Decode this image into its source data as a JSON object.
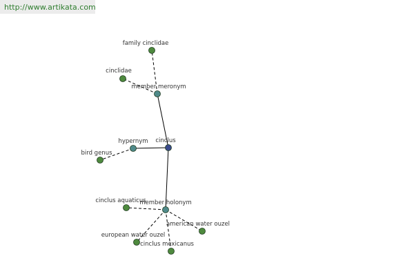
{
  "watermark": {
    "url": "http://www.artikata.com"
  },
  "colors": {
    "center_node": "#3a4a8c",
    "relation_node": "#4f8a8a",
    "leaf_node": "#4e8a3e",
    "edge": "#000000",
    "watermark_text": "#2e7d2e",
    "watermark_bg": "#ececec"
  },
  "graph": {
    "center": {
      "id": "center",
      "label": "cinclus"
    },
    "relations": [
      {
        "id": "member-meronym",
        "label": "member meronym"
      },
      {
        "id": "hypernym",
        "label": "hypernym"
      },
      {
        "id": "member-holonym",
        "label": "member holonym"
      }
    ],
    "leaves": [
      {
        "id": "family-cinclidae",
        "label": "family cinclidae",
        "parent": "member-meronym"
      },
      {
        "id": "cinclidae",
        "label": "cinclidae",
        "parent": "member-meronym"
      },
      {
        "id": "bird-genus",
        "label": "bird genus",
        "parent": "hypernym"
      },
      {
        "id": "cinclus-aquaticus",
        "label": "cinclus aquaticus",
        "parent": "member-holonym"
      },
      {
        "id": "american-water-ouzel",
        "label": "american water ouzel",
        "parent": "member-holonym"
      },
      {
        "id": "european-water-ouzel",
        "label": "european water ouzel",
        "parent": "member-holonym"
      },
      {
        "id": "cinclus-mexicanus",
        "label": "cinclus mexicanus",
        "parent": "member-holonym"
      }
    ]
  }
}
